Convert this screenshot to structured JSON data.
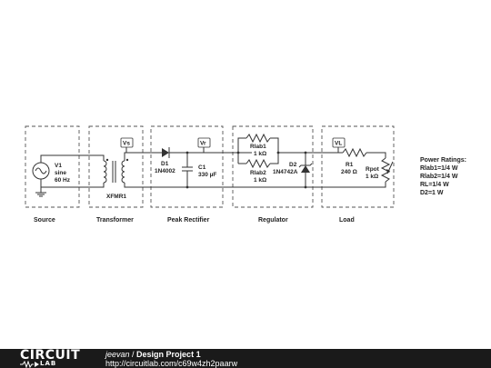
{
  "blocks": {
    "source": "Source",
    "transformer": "Transformer",
    "rectifier": "Peak Rectifier",
    "regulator": "Regulator",
    "load": "Load"
  },
  "components": {
    "v1_name": "V1",
    "v1_type": "sine",
    "v1_freq": "60 Hz",
    "xfmr": "XFMR1",
    "d1_name": "D1",
    "d1_part": "1N4002",
    "c1_name": "C1",
    "c1_value": "330 µF",
    "rlab1_name": "Rlab1",
    "rlab1_value": "1 kΩ",
    "rlab2_name": "Rlab2",
    "rlab2_value": "1 kΩ",
    "d2_name": "D2",
    "d2_part": "1N4742A",
    "r1_name": "R1",
    "r1_value": "240 Ω",
    "rpot_name": "Rpot",
    "rpot_value": "1 kΩ"
  },
  "meters": {
    "vs": "Vs",
    "vr": "Vr",
    "vl": "VL"
  },
  "power_ratings": {
    "title": "Power Ratings:",
    "lines": [
      "Rlab1=1/4 W",
      "Rlab2=1/4 W",
      "RL=1/4 W",
      "D2=1 W"
    ]
  },
  "footer": {
    "logo_main": "CIRCUIT",
    "logo_sub": "LAB",
    "author": "jeevan",
    "separator": " / ",
    "title": "Design Project 1",
    "url": "http://circuitlab.com/c69w4zh2paarw"
  },
  "colors": {
    "footer_bg": "#1a1a1a",
    "ink": "#333333"
  }
}
